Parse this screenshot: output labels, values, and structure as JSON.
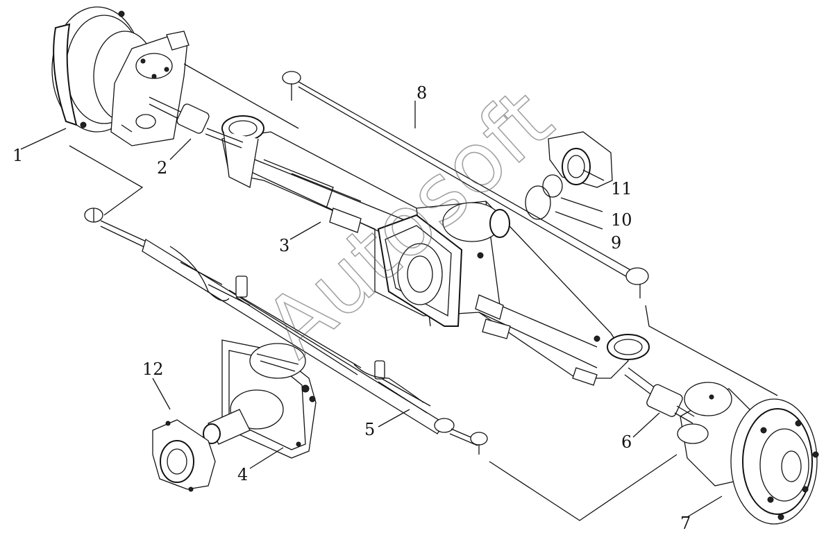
{
  "labels": {
    "l1": "1",
    "l2": "2",
    "l3": "3",
    "l4": "4",
    "l5": "5",
    "l6": "6",
    "l7": "7",
    "l8": "8",
    "l9": "9",
    "l10": "10",
    "l11": "11",
    "l12": "12"
  },
  "watermark": "Autosoft"
}
